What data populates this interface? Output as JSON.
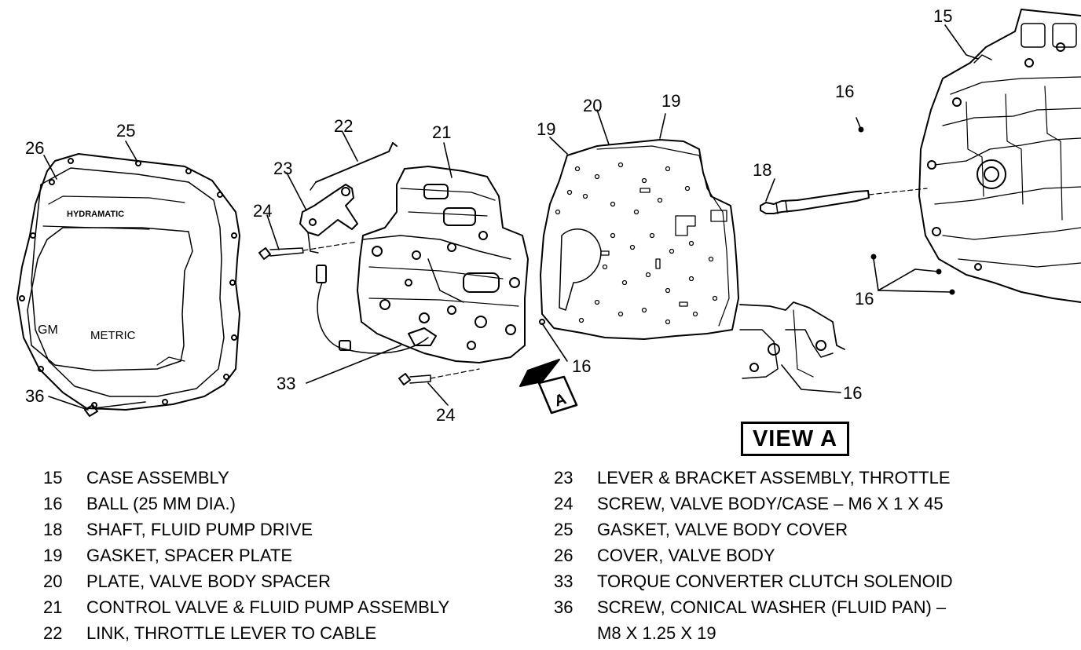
{
  "callouts": {
    "c15": "15",
    "c16_case": "16",
    "c16_case_bottom": "16",
    "c16_plate": "16",
    "c16_view": "16",
    "c18": "18",
    "c19_left": "19",
    "c19_right": "19",
    "c20": "20",
    "c21": "21",
    "c22": "22",
    "c23": "23",
    "c24_top": "24",
    "c24_bottom": "24",
    "c25": "25",
    "c26": "26",
    "c33": "33",
    "c36": "36"
  },
  "markings": {
    "hydramatic": "HYDRAMATIC",
    "gm": "GM",
    "metric": "METRIC",
    "view_arrow_letter": "A"
  },
  "view_label": "VIEW A",
  "legend_left": [
    {
      "num": "15",
      "text": "CASE ASSEMBLY"
    },
    {
      "num": "16",
      "text": "BALL (25 MM DIA.)"
    },
    {
      "num": "18",
      "text": "SHAFT, FLUID PUMP DRIVE"
    },
    {
      "num": "19",
      "text": "GASKET, SPACER PLATE"
    },
    {
      "num": "20",
      "text": "PLATE, VALVE BODY SPACER"
    },
    {
      "num": "21",
      "text": "CONTROL VALVE & FLUID PUMP ASSEMBLY"
    },
    {
      "num": "22",
      "text": "LINK, THROTTLE LEVER TO CABLE"
    }
  ],
  "legend_right": [
    {
      "num": "23",
      "text": "LEVER & BRACKET ASSEMBLY, THROTTLE"
    },
    {
      "num": "24",
      "text": "SCREW, VALVE BODY/CASE – M6 X 1 X 45"
    },
    {
      "num": "25",
      "text": "GASKET, VALVE BODY COVER"
    },
    {
      "num": "26",
      "text": "COVER, VALVE BODY"
    },
    {
      "num": "33",
      "text": "TORQUE CONVERTER CLUTCH SOLENOID"
    },
    {
      "num": "36",
      "text": "SCREW, CONICAL WASHER (FLUID PAN) –"
    }
  ],
  "legend_right_continuation": "M8 X 1.25 X 19"
}
